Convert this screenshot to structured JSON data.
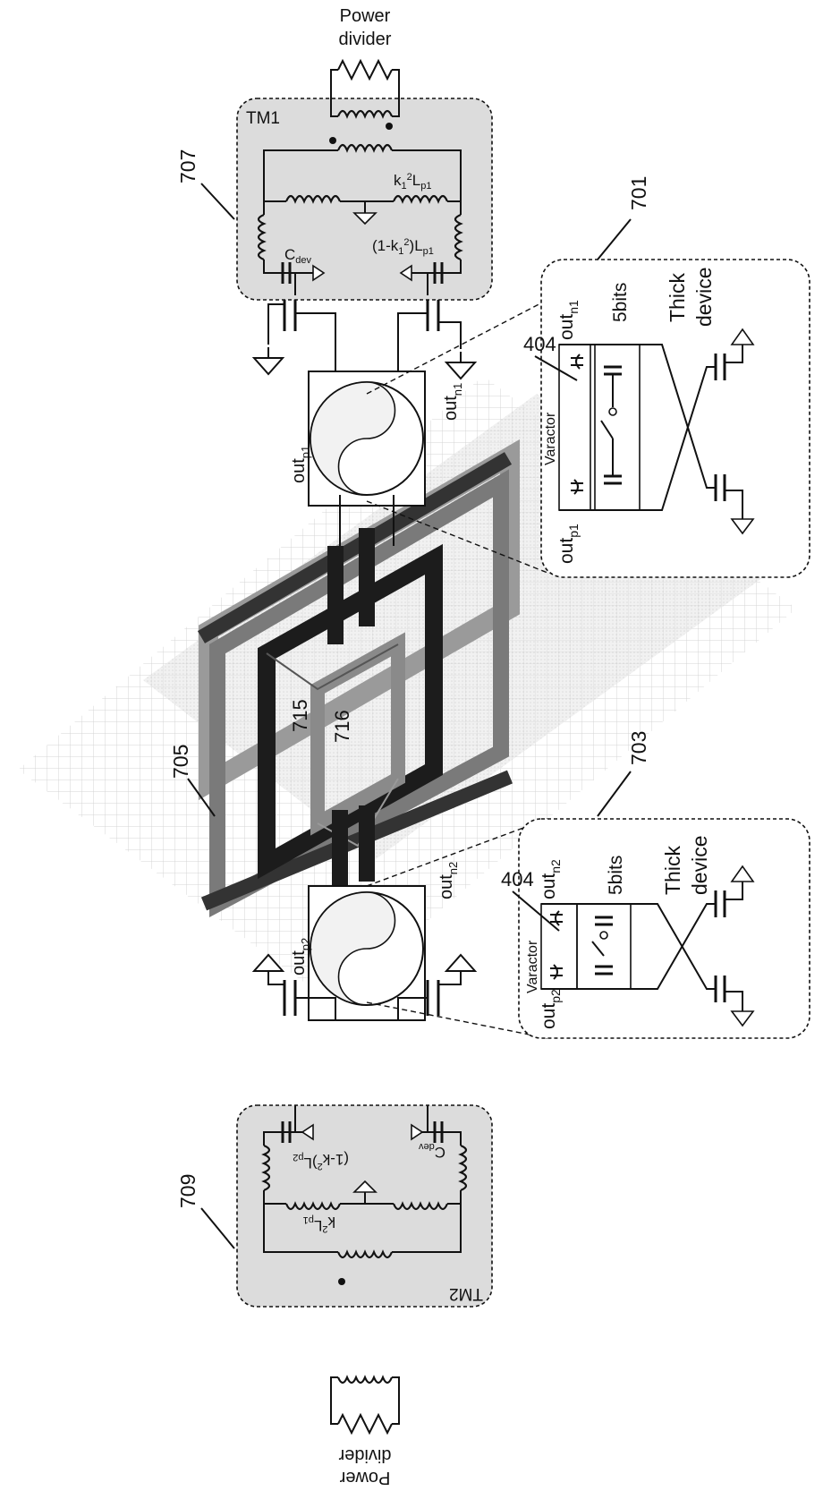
{
  "labels": {
    "fig_701": "701",
    "fig_703": "703",
    "fig_705": "705",
    "fig_707": "707",
    "fig_709": "709",
    "fig_715": "715",
    "fig_716": "716",
    "fig_404_top": "404",
    "fig_404_bottom": "404"
  },
  "top_network": {
    "name": "TM1",
    "power_divider": "Power divider",
    "power_divider_l1": "Power",
    "power_divider_l2": "divider",
    "k_label": "k₁²Lₚ₁",
    "k_label_base": "k",
    "k_label_sub1": "1",
    "k_label_sup": "2",
    "k_label_L": "L",
    "k_label_sub2": "p1",
    "oneminus_label_pre": "(1-k",
    "oneminus_label_sub1": "1",
    "oneminus_label_sup": "2",
    "oneminus_label_post": ")L",
    "oneminus_label_sub2": "p1",
    "cdev_base": "C",
    "cdev_sub": "dev"
  },
  "bottom_network": {
    "name": "TM2",
    "power_divider_l1": "Power",
    "power_divider_l2": "divider",
    "k_label_base": "k",
    "k_label_sup": "2",
    "k_label_L": "L",
    "k_label_sub2": "p1",
    "oneminus_label_pre": "(1-k",
    "oneminus_label_sup": "2",
    "oneminus_label_post": ")L",
    "oneminus_label_sub2": "p2",
    "cdev_base": "C",
    "cdev_sub": "dev"
  },
  "oscillator_top": {
    "outp_base": "out",
    "outp_sub": "p1",
    "outn_base": "out",
    "outn_sub": "n1"
  },
  "oscillator_bottom": {
    "outp_base": "out",
    "outp_sub": "p2",
    "outn_base": "out",
    "outn_sub": "n2"
  },
  "zoom_top": {
    "outn_base": "out",
    "outn_sub": "n1",
    "outp_base": "out",
    "outp_sub": "p1",
    "bits": "5bits",
    "thick_l1": "Thick",
    "thick_l2": "device",
    "varactor": "Varactor"
  },
  "zoom_bottom": {
    "outn_base": "out",
    "outn_sub": "n2",
    "outp_base": "out",
    "outp_sub": "p2",
    "bits": "5bits",
    "thick_l1": "Thick",
    "thick_l2": "device",
    "varactor": "Varactor"
  },
  "colors": {
    "line": "#111111",
    "panel_fill": "#d9d9d9",
    "grid": "#c8c8c8",
    "coil_dark": "#222222",
    "coil_mid": "#6a6a6a",
    "coil_light": "#a8a8a8"
  }
}
